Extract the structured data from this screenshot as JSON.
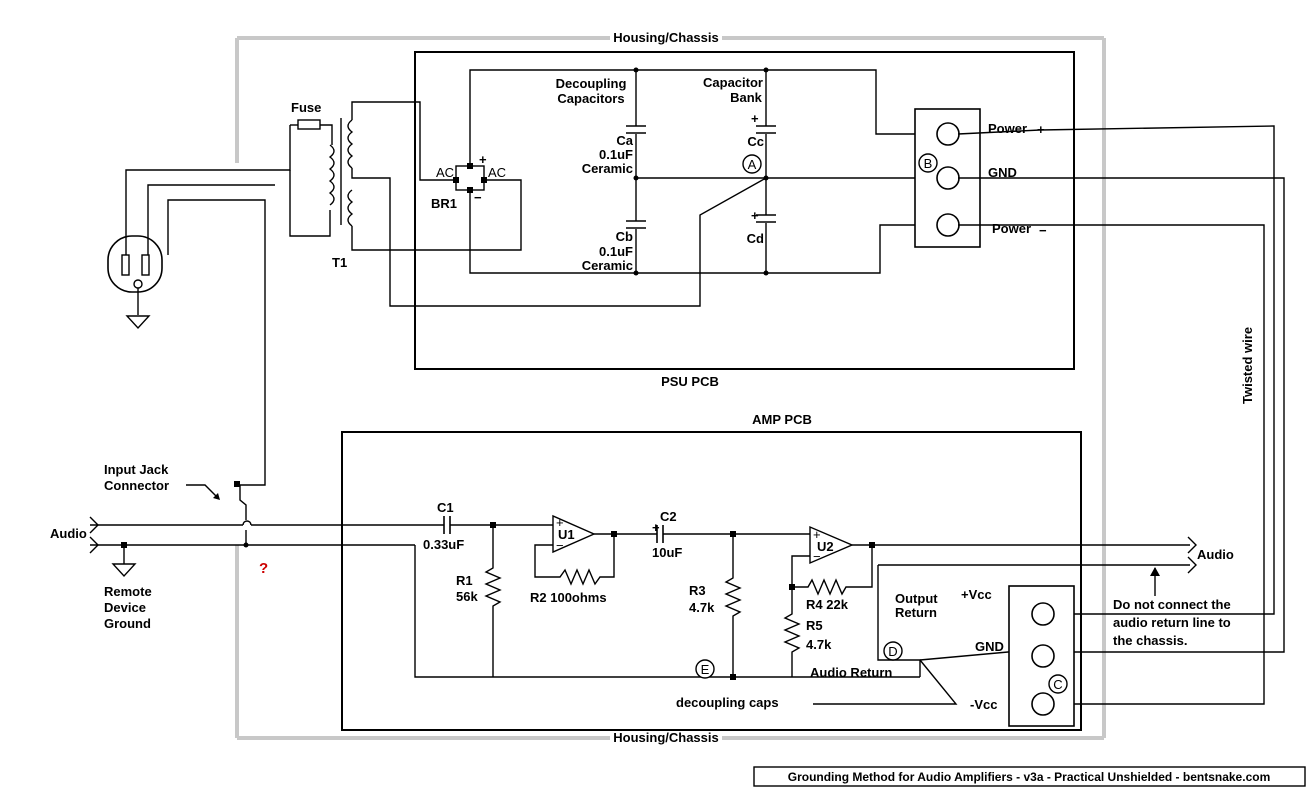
{
  "labels": {
    "housing_top": "Housing/Chassis",
    "housing_bottom": "Housing/Chassis",
    "psu_pcb": "PSU PCB",
    "amp_pcb": "AMP PCB",
    "fuse": "Fuse",
    "t1": "T1",
    "br1": "BR1",
    "ac_left": "AC",
    "ac_right": "AC",
    "decoupling_1": "Decoupling",
    "decoupling_2": "Capacitors",
    "cap_bank_1": "Capacitor",
    "cap_bank_2": "Bank",
    "ca": "Ca",
    "ca_val": "0.1uF",
    "ca_type": "Ceramic",
    "cb": "Cb",
    "cb_val": "0.1uF",
    "cb_type": "Ceramic",
    "cc": "Cc",
    "cd": "Cd",
    "node_a": "A",
    "node_b": "B",
    "node_c": "C",
    "node_d": "D",
    "node_e": "E",
    "power_plus": "Power",
    "gnd_psu": "GND",
    "power_minus": "Power",
    "twisted_wire": "Twisted wire",
    "input_jack_1": "Input Jack",
    "input_jack_2": "Connector",
    "audio_in": "Audio",
    "remote_1": "Remote",
    "remote_2": "Device",
    "remote_3": "Ground",
    "question": "?",
    "c1": "C1",
    "c1_val": "0.33uF",
    "r1": "R1",
    "r1_val": "56k",
    "u1": "U1",
    "r2": "R2 100ohms",
    "c2": "C2",
    "c2_val": "10uF",
    "r3": "R3",
    "r3_val": "4.7k",
    "u2": "U2",
    "r4": "R4  22k",
    "r5": "R5",
    "r5_val": "4.7k",
    "audio_out": "Audio",
    "output_return_1": "Output",
    "output_return_2": "Return",
    "audio_return": "Audio Return",
    "decoupling_caps": "decoupling caps",
    "vcc_plus": "+Vcc",
    "gnd_amp": "GND",
    "vcc_minus": "-Vcc",
    "note_1": "Do not connect the",
    "note_2": "audio return line to",
    "note_3": "the chassis.",
    "footer": "Grounding Method for Audio Amplifiers - v3a - Practical Unshielded - bentsnake.com"
  }
}
